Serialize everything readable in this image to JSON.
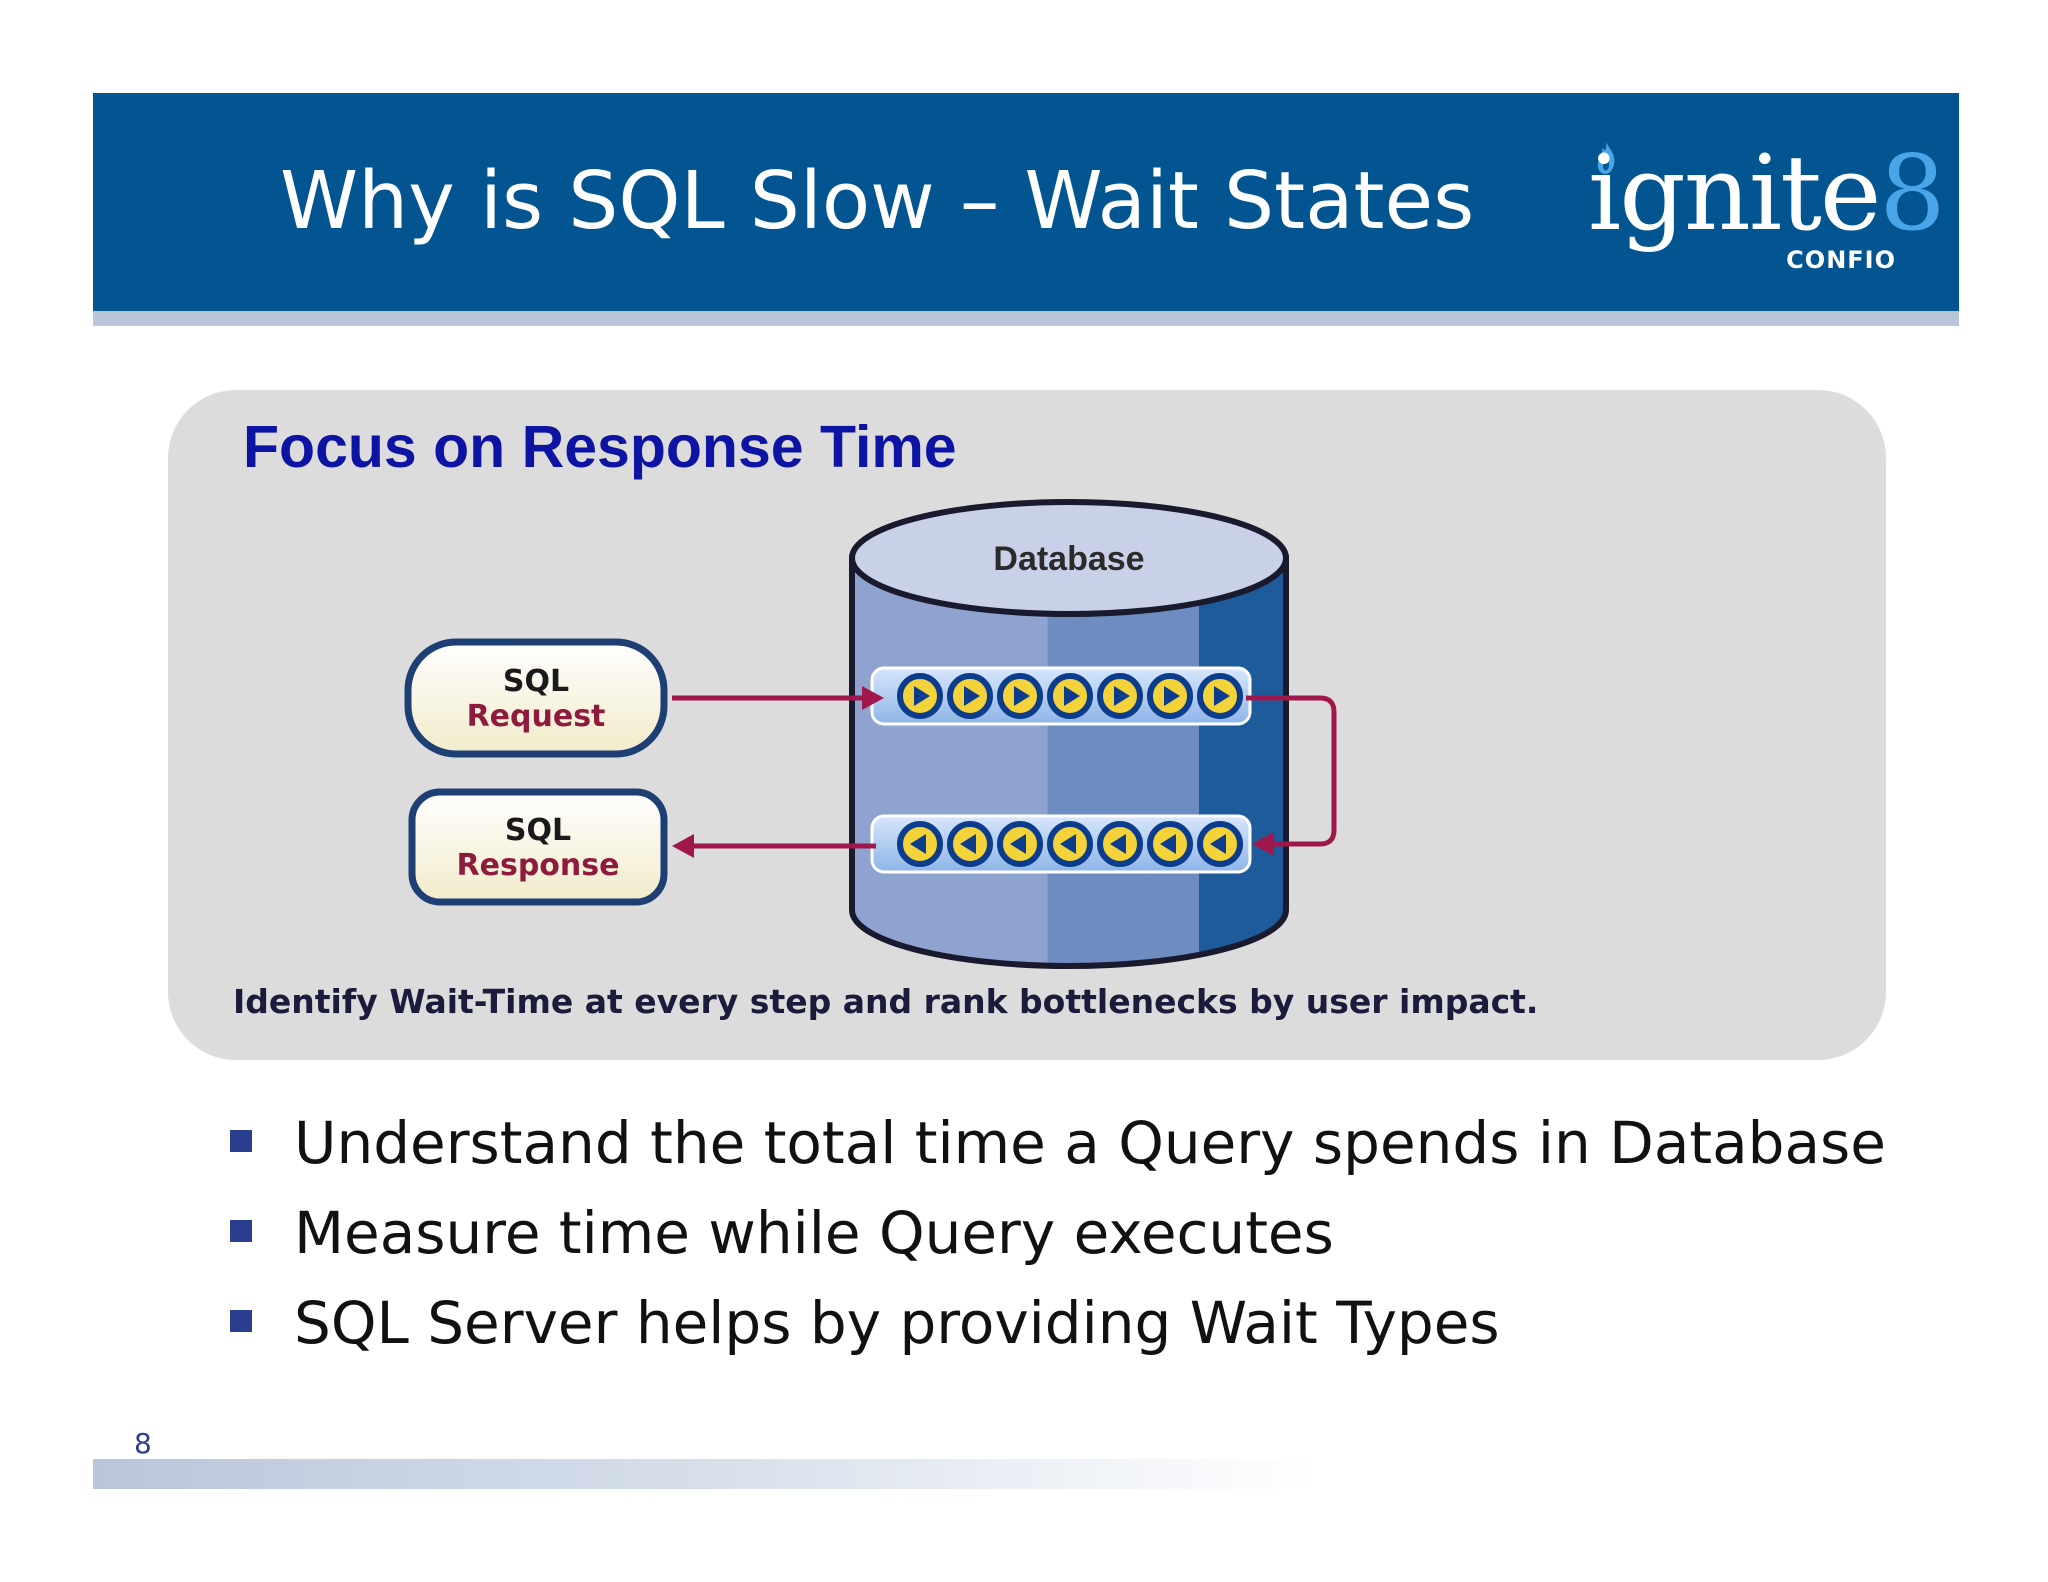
{
  "slide": {
    "title": "Why is SQL Slow – Wait States",
    "page_number": "8"
  },
  "logo": {
    "word": "ignite",
    "digit": "8",
    "subtitle": "CONFIO"
  },
  "panel": {
    "heading": "Focus on Response Time",
    "caption": "Identify Wait-Time at every step and rank bottlenecks by user impact."
  },
  "diagram": {
    "database_label": "Database",
    "request_line1": "SQL",
    "request_line2": "Request",
    "response_line1": "SQL",
    "response_line2": "Response"
  },
  "bullets": [
    "Understand the total time a Query spends in Database",
    "Measure time while Query executes",
    "SQL Server helps by providing Wait Types"
  ],
  "colors": {
    "header": "#025590",
    "heading": "#0d14a3",
    "arrow": "#a0174b",
    "token_fill": "#f4d33a",
    "token_ring": "#0c3d8c"
  }
}
